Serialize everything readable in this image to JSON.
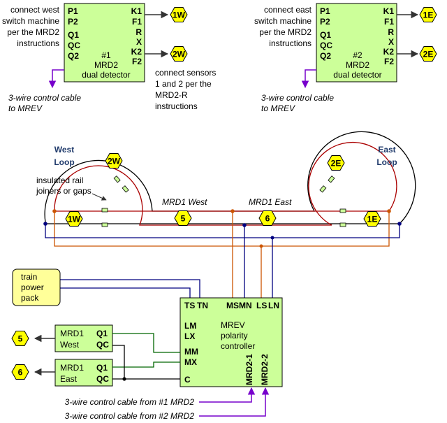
{
  "detector1": {
    "note_lines": [
      "connect west",
      "switch machine",
      "per the MRD2",
      "instructions"
    ],
    "left_pins": [
      "P1",
      "P2",
      "Q1",
      "QC",
      "Q2"
    ],
    "right_pins": [
      "K1",
      "F1",
      "R",
      "X",
      "K2",
      "F2"
    ],
    "title_lines": [
      "#1",
      "MRD2",
      "dual detector"
    ],
    "out1": "1W",
    "out2": "2W",
    "sensor_note_lines": [
      "connect sensors",
      "1 and 2 per the",
      "MRD2-R",
      "instructions"
    ],
    "cable_lines": [
      "3-wire control cable",
      "to MREV"
    ]
  },
  "detector2": {
    "note_lines": [
      "connect east",
      "switch machine",
      "per the MRD2",
      "instructions"
    ],
    "left_pins": [
      "P1",
      "P2",
      "Q1",
      "QC",
      "Q2"
    ],
    "right_pins": [
      "K1",
      "F1",
      "R",
      "X",
      "K2",
      "F2"
    ],
    "title_lines": [
      "#2",
      "MRD2",
      "dual detector"
    ],
    "out1": "1E",
    "out2": "2E",
    "cable_lines": [
      "3-wire control cable",
      "to MREV"
    ]
  },
  "track": {
    "west_loop_lines": [
      "West",
      "Loop"
    ],
    "east_loop_lines": [
      "East",
      "Loop"
    ],
    "joiner_note_lines": [
      "insulated rail",
      "joiners or gaps"
    ],
    "mrd1_west": "MRD1 West",
    "mrd1_east": "MRD1 East",
    "hex_2w": "2W",
    "hex_1w": "1W",
    "hex_5": "5",
    "hex_6": "6",
    "hex_2e": "2E",
    "hex_1e": "1E"
  },
  "power_pack_lines": [
    "train",
    "power",
    "pack"
  ],
  "mrev": {
    "top_terminals": [
      "TS",
      "TN",
      "MS",
      "MN",
      "LS",
      "LN"
    ],
    "left_terminals": [
      "LM",
      "LX",
      "MM",
      "MX",
      "C"
    ],
    "title_lines": [
      "MREV",
      "polarity",
      "controller"
    ],
    "vertical_terminals": [
      "MRD2-1",
      "MRD2-2"
    ]
  },
  "mrd1_west_box": {
    "name_lines": [
      "MRD1",
      "West"
    ],
    "pins": [
      "Q1",
      "QC"
    ],
    "hex": "5"
  },
  "mrd1_east_box": {
    "name_lines": [
      "MRD1",
      "East"
    ],
    "pins": [
      "Q1",
      "QC"
    ],
    "hex": "6"
  },
  "cables": {
    "from1": "3-wire control cable from #1 MRD2",
    "from2": "3-wire control cable from #2 MRD2"
  },
  "colors": {
    "rail_red": "#aa0000",
    "wire_orange": "#cc5500",
    "wire_navy": "#000080",
    "wire_green": "#006600",
    "wire_purple": "#7700cc",
    "box_green": "#ccff99",
    "hex_yellow": "#ffff00"
  }
}
